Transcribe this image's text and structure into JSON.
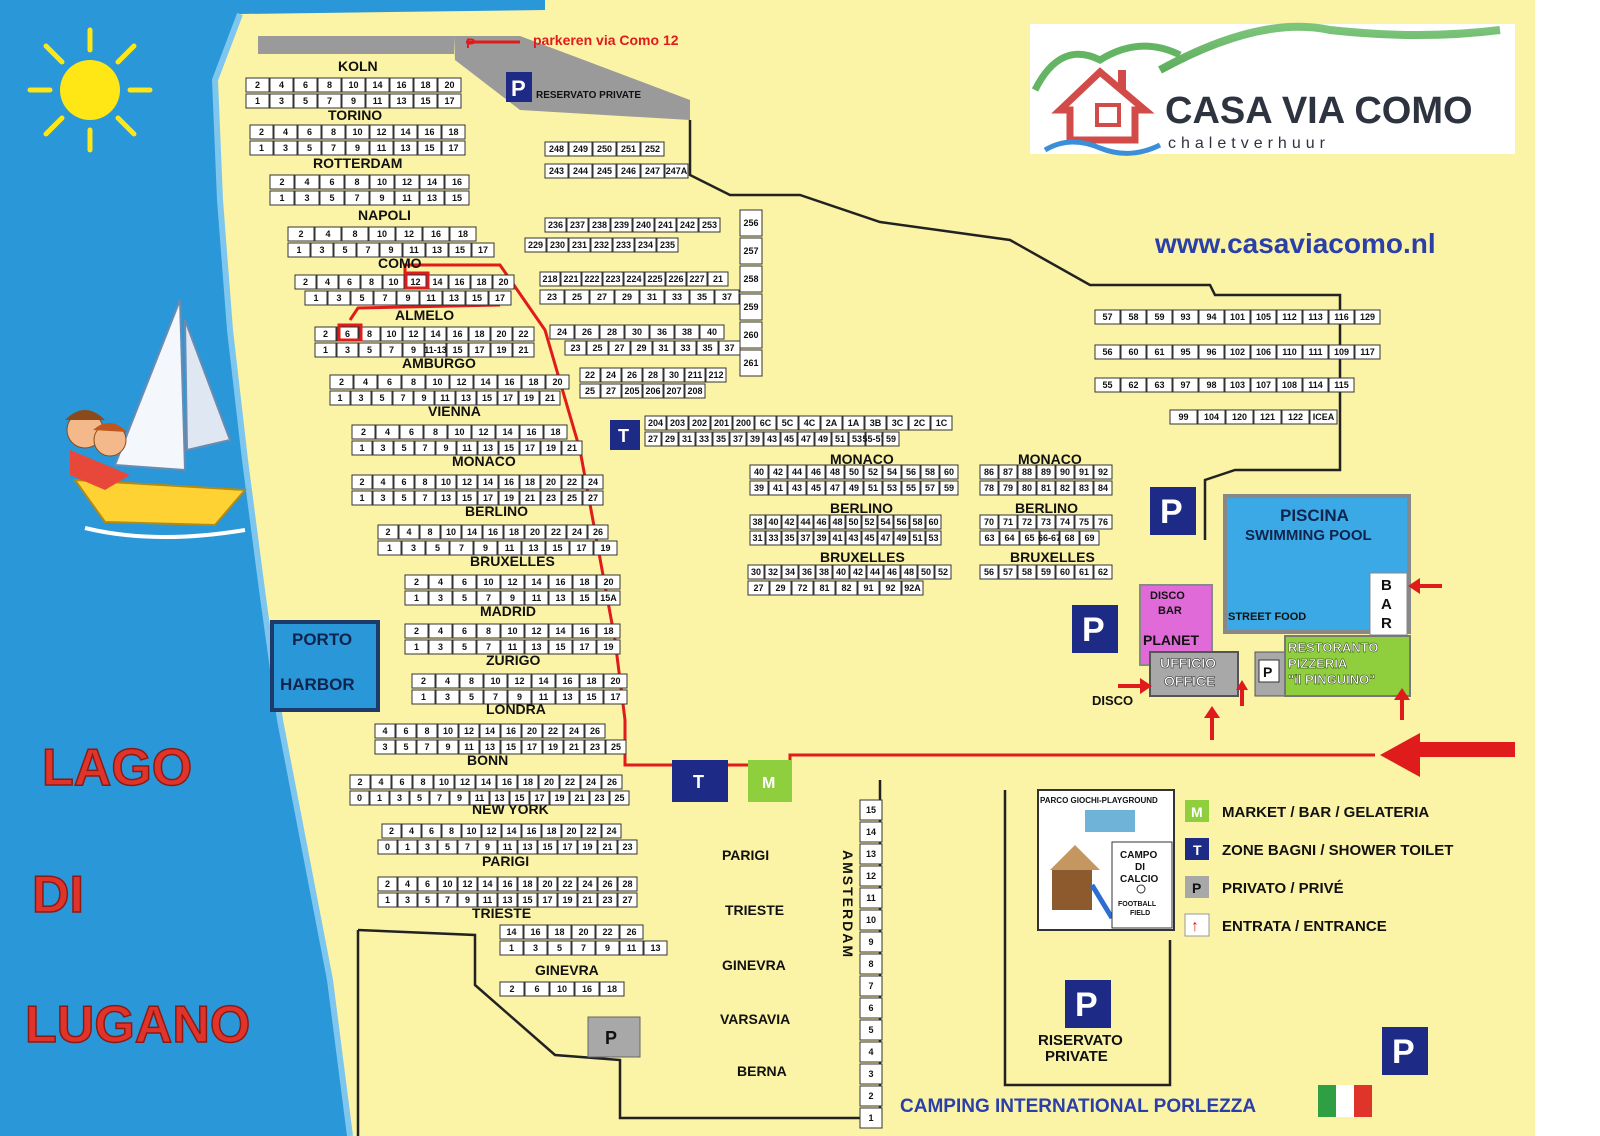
{
  "colors": {
    "lake": "#2a97d8",
    "land": "#fbf3a6",
    "route": "#e01b1b",
    "marker_blue": "#1d2a86",
    "marker_green": "#8fcf3e",
    "marker_grey": "#a8a8a8",
    "pool": "#3ba9e6",
    "disco": "#e06ad8",
    "restaurant": "#8fcf3e"
  },
  "header": {
    "parking_note": "parkeren via Como 12",
    "reserved_top": "RESERVATO PRIVATE"
  },
  "logo": {
    "name": "CASA VIA COMO",
    "tagline": "chaletverhuur",
    "website": "www.casaviacomo.nl"
  },
  "lake": {
    "line1": "LAGO",
    "line2": "DI",
    "line3": "LUGANO"
  },
  "harbor": {
    "line1": "PORTO",
    "line2": "HARBOR"
  },
  "streets": {
    "koln": "KOLN",
    "torino": "TORINO",
    "rotterdam": "ROTTERDAM",
    "napoli": "NAPOLI",
    "como": "COMO",
    "almelo": "ALMELO",
    "amburgo": "AMBURGO",
    "vienna": "VIENNA",
    "monaco": "MONACO",
    "berlino": "BERLINO",
    "bruxelles": "BRUXELLES",
    "madrid": "MADRID",
    "zurigo": "ZURIGO",
    "londra": "LONDRA",
    "bonn": "BONN",
    "new_york": "NEW YORK",
    "parigi": "PARIGI",
    "trieste": "TRIESTE",
    "ginevra": "GINEVRA",
    "varsavia": "VARSAVIA",
    "berna": "BERNA",
    "amsterdam": "AMSTERDAM"
  },
  "facilities": {
    "pool_line1": "PISCINA",
    "pool_line2": "SWIMMING POOL",
    "bar": "BAR",
    "street_food": "STREET FOOD",
    "disco_bar": "DISCO BAR",
    "planet": "PLANET",
    "office_line1": "UFFICIO",
    "office_line2": "OFFICE",
    "disco": "DISCO",
    "restaurant_line1": "RESTORANTO",
    "restaurant_line2": "PIZZERIA",
    "restaurant_line3": "\"il PINGUINO\"",
    "playground": "PARCO GIOCHI-PLAYGROUND",
    "football_line1": "CAMPO",
    "football_line2": "DI",
    "football_line3": "CALCIO",
    "football_small": "FOOTBALL FIELD",
    "reserved_bottom": "RISERVATO PRIVATE",
    "campsite_name": "CAMPING INTERNATIONAL PORLEZZA"
  },
  "markers": {
    "toilet": "T",
    "market": "M",
    "parking": "P",
    "parking_small": "P"
  },
  "legend": [
    {
      "symbol": "M",
      "label": "MARKET / BAR / GELATERIA"
    },
    {
      "symbol": "T",
      "label": "ZONE BAGNI / SHOWER TOILET"
    },
    {
      "symbol": "P",
      "label": "PRIVATO / PRIVÉ"
    },
    {
      "symbol": "↑",
      "label": "ENTRATA / ENTRANCE"
    }
  ],
  "plots": {
    "koln_top": "1",
    "koln_even": [
      "2",
      "4",
      "6",
      "8",
      "10",
      "14",
      "16",
      "18",
      "20"
    ],
    "koln_odd": [
      "1",
      "3",
      "5",
      "7",
      "9",
      "11",
      "13",
      "15",
      "17"
    ],
    "torino_even": [
      "2",
      "4",
      "6",
      "8",
      "10",
      "12",
      "14",
      "16",
      "18"
    ],
    "torino_odd": [
      "1",
      "3",
      "5",
      "7",
      "9",
      "11",
      "13",
      "15",
      "17"
    ],
    "rotterdam_even": [
      "2",
      "4",
      "6",
      "8",
      "10",
      "12",
      "14",
      "16"
    ],
    "rotterdam_odd": [
      "1",
      "3",
      "5",
      "7",
      "9",
      "11",
      "13",
      "15"
    ],
    "napoli_even": [
      "2",
      "4",
      "8",
      "10",
      "12",
      "16",
      "18"
    ],
    "napoli_odd": [
      "1",
      "3",
      "5",
      "7",
      "9",
      "11",
      "13",
      "15",
      "17"
    ],
    "como_even": [
      "2",
      "4",
      "6",
      "8",
      "10",
      "12",
      "14",
      "16",
      "18",
      "20"
    ],
    "como_odd": [
      "1",
      "3",
      "5",
      "7",
      "9",
      "11",
      "13",
      "15",
      "17"
    ],
    "almelo_even": [
      "2",
      "6",
      "8",
      "10",
      "12",
      "14",
      "16",
      "18",
      "20",
      "22"
    ],
    "almelo_odd": [
      "1",
      "3",
      "5",
      "7",
      "9",
      "11-13",
      "15",
      "17",
      "19",
      "21"
    ],
    "amburgo_even": [
      "2",
      "4",
      "6",
      "8",
      "10",
      "12",
      "14",
      "16",
      "18",
      "20"
    ],
    "amburgo_odd": [
      "1",
      "3",
      "5",
      "7",
      "9",
      "11",
      "13",
      "15",
      "17",
      "19",
      "21"
    ],
    "vienna_even": [
      "2",
      "4",
      "6",
      "8",
      "10",
      "12",
      "14",
      "16",
      "18"
    ],
    "vienna_odd": [
      "1",
      "3",
      "5",
      "7",
      "9",
      "11",
      "13",
      "15",
      "17",
      "19",
      "21"
    ],
    "monaco_even": [
      "2",
      "4",
      "6",
      "8",
      "10",
      "12",
      "14",
      "16",
      "18",
      "20",
      "22",
      "24"
    ],
    "monaco_odd": [
      "1",
      "3",
      "5",
      "7",
      "13",
      "15",
      "17",
      "19",
      "21",
      "23",
      "25",
      "27"
    ],
    "berlino_even": [
      "2",
      "4",
      "8",
      "10",
      "14",
      "16",
      "18",
      "20",
      "22",
      "24",
      "26"
    ],
    "berlino_odd": [
      "1",
      "3",
      "5",
      "7",
      "9",
      "11",
      "13",
      "15",
      "17",
      "19"
    ],
    "bruxelles_even": [
      "2",
      "4",
      "6",
      "10",
      "12",
      "14",
      "16",
      "18",
      "20"
    ],
    "bruxelles_odd": [
      "1",
      "3",
      "5",
      "7",
      "9",
      "11",
      "13",
      "15",
      "15A"
    ],
    "madrid_even": [
      "2",
      "4",
      "6",
      "8",
      "10",
      "12",
      "14",
      "16",
      "18"
    ],
    "madrid_odd": [
      "1",
      "3",
      "5",
      "7",
      "11",
      "13",
      "15",
      "17",
      "19"
    ],
    "zurigo_even": [
      "2",
      "4",
      "8",
      "10",
      "12",
      "14",
      "16",
      "18",
      "20"
    ],
    "zurigo_odd": [
      "1",
      "3",
      "5",
      "7",
      "9",
      "11",
      "13",
      "15",
      "17"
    ],
    "londra_even": [
      "4",
      "6",
      "8",
      "10",
      "12",
      "14",
      "16",
      "20",
      "22",
      "24",
      "26"
    ],
    "londra_odd": [
      "3",
      "5",
      "7",
      "9",
      "11",
      "13",
      "15",
      "17",
      "19",
      "21",
      "23",
      "25"
    ],
    "bonn_even": [
      "2",
      "4",
      "6",
      "8",
      "10",
      "12",
      "14",
      "16",
      "18",
      "20",
      "22",
      "24",
      "26"
    ],
    "bonn_odd": [
      "0",
      "1",
      "3",
      "5",
      "7",
      "9",
      "11",
      "13",
      "15",
      "17",
      "19",
      "21",
      "23",
      "25"
    ],
    "newyork_even": [
      "2",
      "4",
      "6",
      "8",
      "10",
      "12",
      "14",
      "16",
      "18",
      "20",
      "22",
      "24"
    ],
    "newyork_odd": [
      "0",
      "1",
      "3",
      "5",
      "7",
      "9",
      "11",
      "13",
      "15",
      "17",
      "19",
      "21",
      "23"
    ],
    "parigi_even": [
      "2",
      "4",
      "6",
      "10",
      "12",
      "14",
      "16",
      "18",
      "20",
      "22",
      "24",
      "26",
      "28"
    ],
    "parigi_odd": [
      "1",
      "3",
      "5",
      "7",
      "9",
      "11",
      "13",
      "15",
      "17",
      "19",
      "21",
      "23",
      "27"
    ],
    "trieste_even": [
      "14",
      "16",
      "18",
      "20",
      "22",
      "26"
    ],
    "trieste_odd": [
      "1",
      "3",
      "5",
      "7",
      "9",
      "11",
      "13"
    ],
    "ginevra": [
      "2",
      "6",
      "10",
      "16",
      "18"
    ],
    "center_top_a": [
      "248",
      "249",
      "250",
      "251",
      "252"
    ],
    "center_top_b": [
      "243",
      "244",
      "245",
      "246",
      "247",
      "247A"
    ],
    "center_c": [
      "236",
      "237",
      "238",
      "239",
      "240",
      "241",
      "242",
      "253"
    ],
    "center_d": [
      "229",
      "230",
      "231",
      "232",
      "233",
      "234",
      "235"
    ],
    "center_e": [
      "218",
      "221",
      "222",
      "223",
      "224",
      "225",
      "226",
      "227",
      "21"
    ],
    "center_f": [
      "23",
      "25",
      "27",
      "29",
      "31",
      "33",
      "35",
      "37"
    ],
    "center_g": [
      "24",
      "26",
      "28",
      "30",
      "36",
      "38",
      "40"
    ],
    "center_h": [
      "23",
      "25",
      "27",
      "29",
      "31",
      "33",
      "35",
      "37"
    ],
    "center_i": [
      "22",
      "24",
      "26",
      "28",
      "30",
      "211",
      "212"
    ],
    "center_j": [
      "25",
      "27",
      "205",
      "206",
      "207",
      "208"
    ],
    "center_t_row": [
      "204",
      "203",
      "202",
      "201",
      "200",
      "6C",
      "5C",
      "4C",
      "2A",
      "1A",
      "3B",
      "3C",
      "2C",
      "1C"
    ],
    "center_t_row2": [
      "27",
      "29",
      "31",
      "33",
      "35",
      "37",
      "39",
      "43",
      "45",
      "47",
      "49",
      "51",
      "53",
      "55-57",
      "59"
    ],
    "col_256": [
      "256",
      "257",
      "258",
      "259",
      "260",
      "261"
    ],
    "monaco_mid_even": [
      "40",
      "42",
      "44",
      "46",
      "48",
      "50",
      "52",
      "54",
      "56",
      "58",
      "60"
    ],
    "monaco_mid_odd": [
      "39",
      "41",
      "43",
      "45",
      "47",
      "49",
      "51",
      "53",
      "55",
      "57",
      "59"
    ],
    "monaco_right_even": [
      "86",
      "87",
      "88",
      "89",
      "90",
      "91",
      "92"
    ],
    "monaco_right_odd": [
      "78",
      "79",
      "80",
      "81",
      "82",
      "83",
      "84"
    ],
    "berlino_mid_even": [
      "38",
      "40",
      "42",
      "44",
      "46",
      "48",
      "50",
      "52",
      "54",
      "56",
      "58",
      "60"
    ],
    "berlino_mid_odd": [
      "31",
      "33",
      "35",
      "37",
      "39",
      "41",
      "43",
      "45",
      "47",
      "49",
      "51",
      "53"
    ],
    "berlino_right_even": [
      "70",
      "71",
      "72",
      "73",
      "74",
      "75",
      "76"
    ],
    "berlino_right_odd": [
      "63",
      "64",
      "65",
      "66-67",
      "68",
      "69"
    ],
    "bruxelles_mid_even": [
      "30",
      "32",
      "34",
      "36",
      "38",
      "40",
      "42",
      "44",
      "46",
      "48",
      "50",
      "52"
    ],
    "bruxelles_mid_odd": [
      "27",
      "29",
      "72",
      "81",
      "82",
      "91",
      "92",
      "92A"
    ],
    "bruxelles_right": [
      "56",
      "57",
      "58",
      "59",
      "60",
      "61",
      "62"
    ],
    "amsterdam_col": [
      "15",
      "14",
      "13",
      "12",
      "11",
      "10",
      "9",
      "8",
      "7",
      "6",
      "5",
      "4",
      "3",
      "2",
      "1"
    ],
    "right_cols_a": [
      "57",
      "58",
      "59",
      "93",
      "94",
      "101",
      "105",
      "112",
      "113",
      "116",
      "129"
    ],
    "right_cols_b": [
      "56",
      "60",
      "61",
      "95",
      "96",
      "102",
      "106",
      "110",
      "111",
      "109",
      "117"
    ],
    "right_cols_c": [
      "55",
      "62",
      "63",
      "97",
      "98",
      "103",
      "107",
      "108",
      "114",
      "115"
    ],
    "right_cols_d": [
      "99",
      "104",
      "120",
      "121",
      "122",
      "ICEA"
    ]
  }
}
